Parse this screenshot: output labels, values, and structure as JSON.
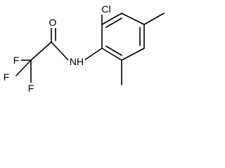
{
  "molecule": {
    "atoms": {
      "chlorine": "Cl",
      "oxygen": "O",
      "nitrogen": "NH",
      "fluorine_top": "F",
      "fluorine_left": "F",
      "fluorine_bottom": "F"
    }
  }
}
